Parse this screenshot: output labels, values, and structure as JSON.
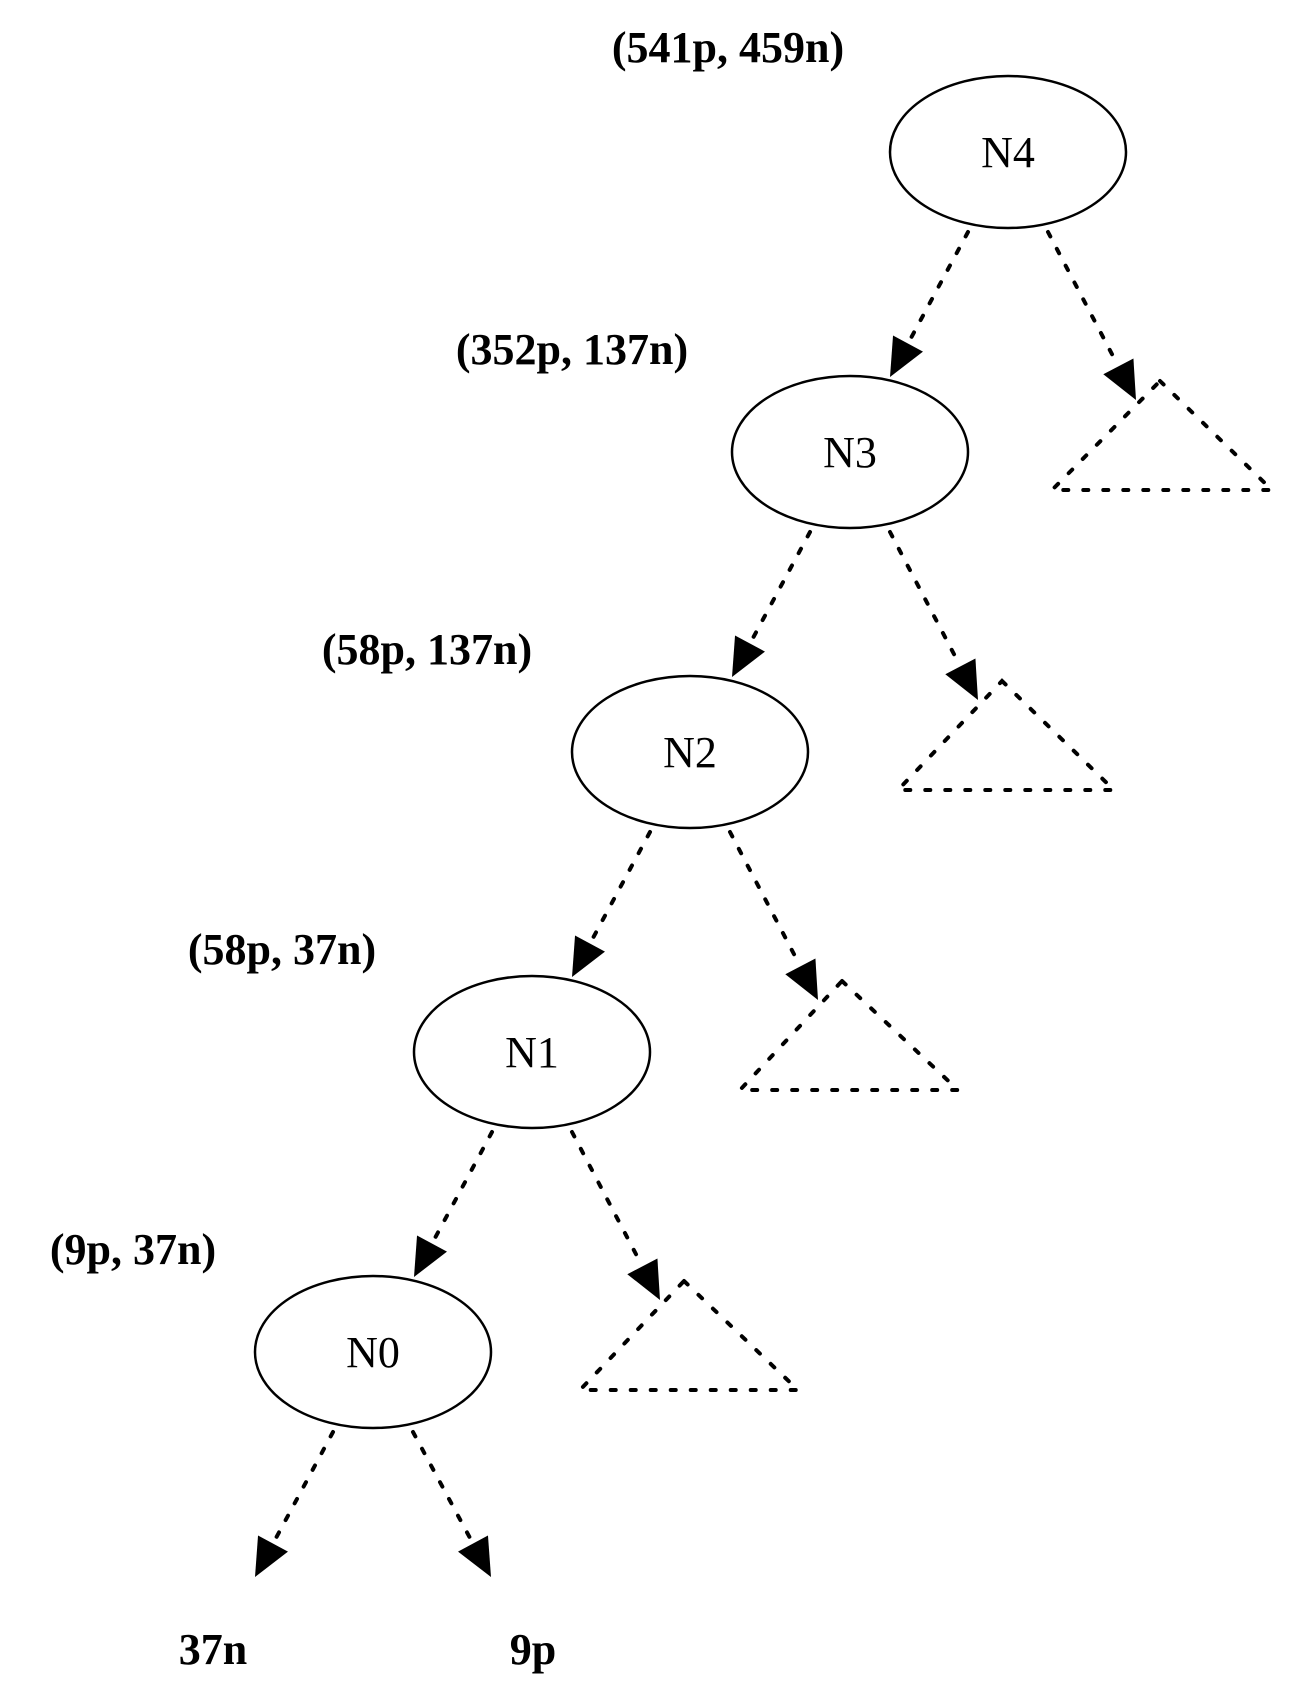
{
  "nodes": [
    {
      "id": "N4",
      "label": "N4",
      "counts": "(541p, 459n)"
    },
    {
      "id": "N3",
      "label": "N3",
      "counts": "(352p, 137n)"
    },
    {
      "id": "N2",
      "label": "N2",
      "counts": "(58p, 137n)"
    },
    {
      "id": "N1",
      "label": "N1",
      "counts": "(58p, 37n)"
    },
    {
      "id": "N0",
      "label": "N0",
      "counts": "(9p, 37n)"
    }
  ],
  "leaves": {
    "left": "37n",
    "right": "9p"
  }
}
